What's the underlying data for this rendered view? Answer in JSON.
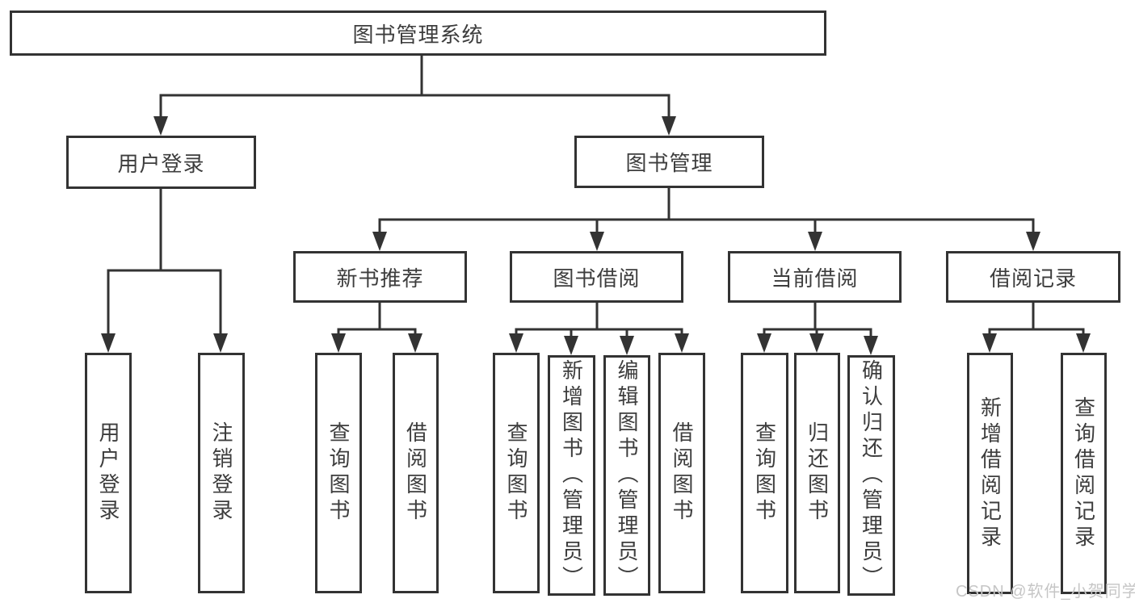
{
  "diagram": {
    "type": "hierarchy-tree",
    "root": {
      "label": "图书管理系统",
      "children": [
        {
          "label": "用户登录",
          "children": [
            {
              "label": "用户登录"
            },
            {
              "label": "注销登录"
            }
          ]
        },
        {
          "label": "图书管理",
          "children": [
            {
              "label": "新书推荐",
              "children": [
                {
                  "label": "查询图书"
                },
                {
                  "label": "借阅图书"
                }
              ]
            },
            {
              "label": "图书借阅",
              "children": [
                {
                  "label": "查询图书"
                },
                {
                  "label": "新增图书（管理员）"
                },
                {
                  "label": "编辑图书（管理员）"
                },
                {
                  "label": "借阅图书"
                }
              ]
            },
            {
              "label": "当前借阅",
              "children": [
                {
                  "label": "查询图书"
                },
                {
                  "label": "归还图书"
                },
                {
                  "label": "确认归还（管理员）"
                }
              ]
            },
            {
              "label": "借阅记录",
              "children": [
                {
                  "label": "新增借阅记录"
                },
                {
                  "label": "查询借阅记录"
                }
              ]
            }
          ]
        }
      ]
    }
  },
  "watermark": {
    "text": "CSDN @软件_小贺同学",
    "color": "#c6c6c6"
  },
  "colors": {
    "line": "#333333",
    "box_border": "#333333",
    "text": "#3d3d3d",
    "background": "#ffffff"
  }
}
